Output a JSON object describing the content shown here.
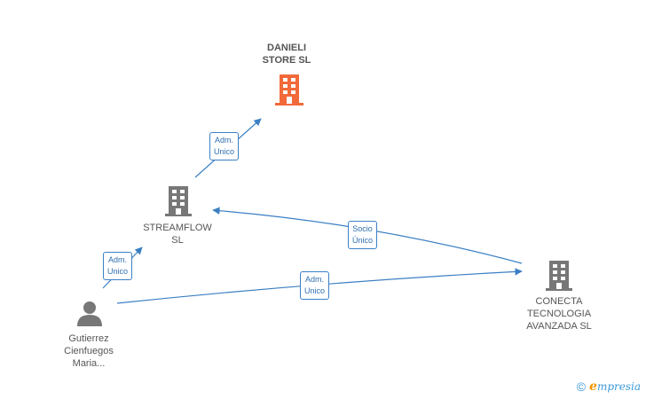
{
  "nodes": {
    "danieli": {
      "label": "DANIELI\nSTORE  SL",
      "kind": "company-highlight",
      "icon": "building-icon",
      "color": "#f26a3a"
    },
    "streamflow": {
      "label": "STREAMFLOW\nSL",
      "kind": "company",
      "icon": "building-icon",
      "color": "#777777"
    },
    "conecta": {
      "label": "CONECTA\nTECNOLOGIA\nAVANZADA  SL",
      "kind": "company",
      "icon": "building-icon",
      "color": "#777777"
    },
    "gutierrez": {
      "label": "Gutierrez\nCienfuegos\nMaria...",
      "kind": "person",
      "icon": "person-icon",
      "color": "#777777"
    }
  },
  "edges": [
    {
      "from": "streamflow",
      "to": "danieli",
      "label": "Adm.\nUnico"
    },
    {
      "from": "gutierrez",
      "to": "streamflow",
      "label": "Adm.\nUnico"
    },
    {
      "from": "gutierrez",
      "to": "conecta",
      "label": "Adm.\nUnico"
    },
    {
      "from": "conecta",
      "to": "streamflow",
      "label": "Socio\nÚnico"
    }
  ],
  "colors": {
    "edge": "#3b7fc4",
    "label_text": "#2f6fb0"
  },
  "footer": {
    "copyright": "©",
    "brand_initial": "e",
    "brand_rest": "mpresia"
  }
}
